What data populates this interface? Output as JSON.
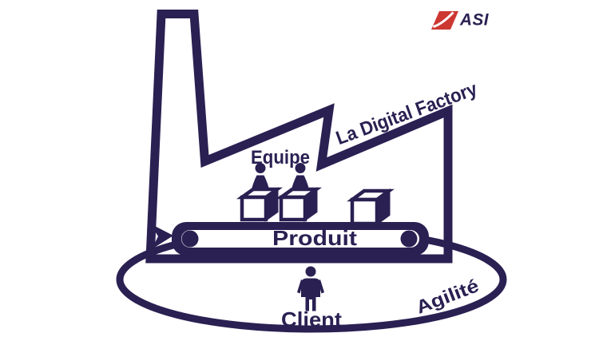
{
  "brand": {
    "name": "ASI",
    "color": "#cd3732"
  },
  "title": {
    "text": "La Digital Factory",
    "color": "#e53e3a"
  },
  "labels": {
    "team": "Equipe",
    "product": "Produit",
    "client": "Client",
    "agility": "Agilité"
  },
  "colors": {
    "navy": "#2a2052",
    "red": "#e53e3a",
    "white": "#ffffff"
  },
  "icons": {
    "factory": "factory-outline-icon",
    "conveyor": "conveyor-belt-icon",
    "worker": "worker-figure-icon",
    "box": "product-box-icon",
    "client": "client-figure-icon",
    "loop": "agility-loop-icon",
    "arrow": "input-arrow-icon",
    "logo_mark": "asi-logo-mark-icon"
  }
}
